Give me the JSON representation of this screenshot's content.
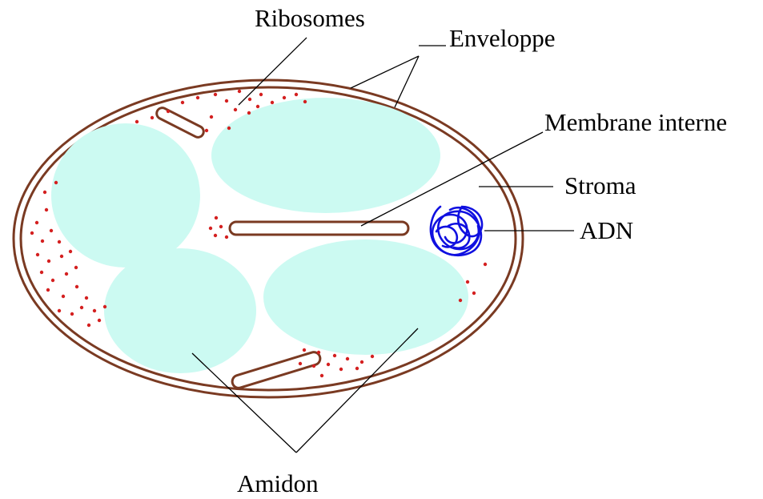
{
  "labels": {
    "ribosomes": "Ribosomes",
    "enveloppe": "Enveloppe",
    "membrane_interne": "Membrane interne",
    "stroma": "Stroma",
    "adn": "ADN",
    "amidon": "Amidon"
  },
  "colors": {
    "membrane": "#7a3a22",
    "starch": "#ccfaf2",
    "ribosome": "#d42020",
    "dna": "#1010e0",
    "leader_line": "#000000"
  }
}
